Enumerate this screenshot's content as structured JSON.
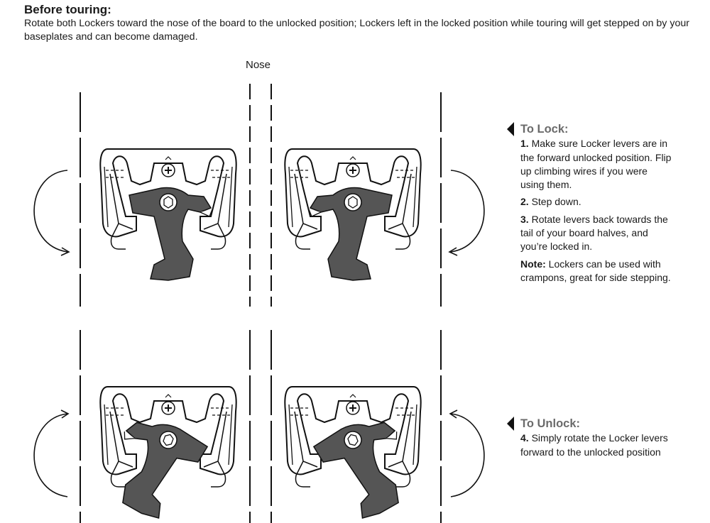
{
  "heading": "Before touring:",
  "intro": "Rotate both Lockers toward the nose of the board to the unlocked position; Lockers left in the locked position while touring will get stepped on by your baseplates and can become damaged.",
  "nose_label": "Nose",
  "lock_section": {
    "title": "To Lock:",
    "steps": [
      {
        "num": "1.",
        "text": "Make sure Locker levers are in the forward unlocked position. Flip up climbing wires if you were using them."
      },
      {
        "num": "2.",
        "text": "Step down."
      },
      {
        "num": "3.",
        "text": "Rotate levers back towards the tail of your board halves, and you’re locked in."
      }
    ],
    "note_label": "Note:",
    "note_text": "Lockers can be used with crampons, great for side stepping."
  },
  "unlock_section": {
    "title": "To Unlock:",
    "steps": [
      {
        "num": "4.",
        "text": "Simply rotate the Locker levers forward to the unlocked position"
      }
    ]
  },
  "colors": {
    "lever": "#555555",
    "line": "#111111",
    "title_gray": "#6b6b6b"
  }
}
